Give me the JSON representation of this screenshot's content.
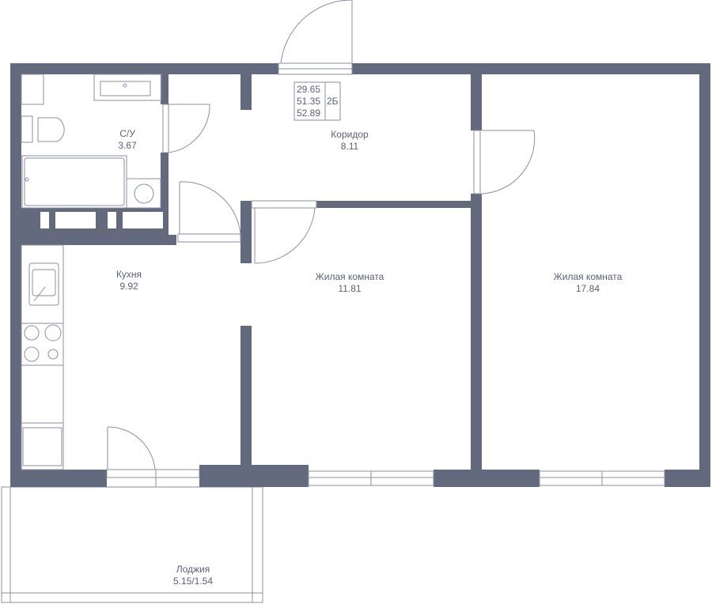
{
  "info_box": {
    "areas": [
      "29.65",
      "51.35",
      "52.89"
    ],
    "type": "2Б"
  },
  "rooms": {
    "bathroom": {
      "name": "С/У",
      "area": "3.67"
    },
    "corridor": {
      "name": "Коридор",
      "area": "8.11"
    },
    "kitchen": {
      "name": "Кухня",
      "area": "9.92"
    },
    "room1": {
      "name": "Жилая комната",
      "area": "11.81"
    },
    "room2": {
      "name": "Жилая комната",
      "area": "17.84"
    },
    "loggia": {
      "name": "Лоджия",
      "area": "5.15/1.54"
    }
  },
  "colors": {
    "wall": "#646a7e",
    "line": "#8a8fa3",
    "text": "#5a6078"
  }
}
